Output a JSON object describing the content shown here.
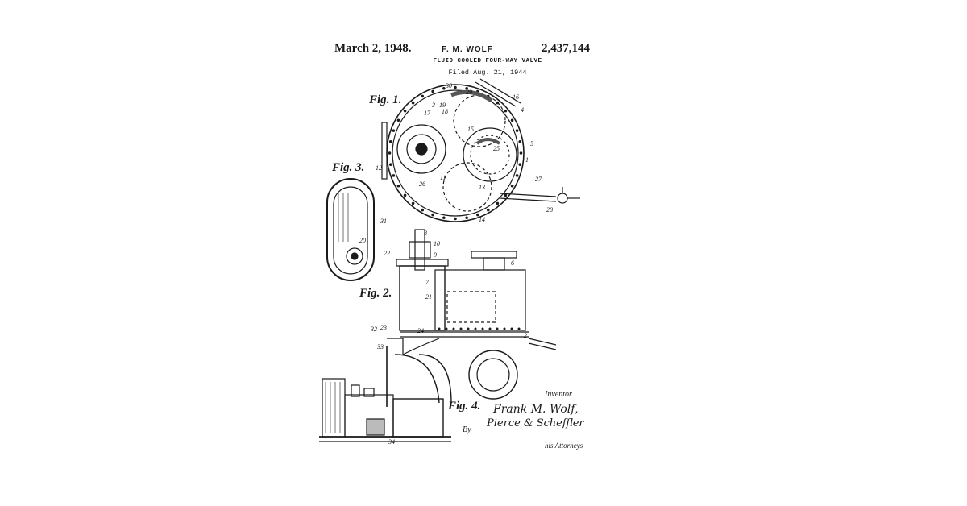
{
  "header": {
    "date": "March 2, 1948.",
    "inventor": "F. M. WOLF",
    "patent_number": "2,437,144",
    "title": "FLUID COOLED FOUR-WAY VALVE",
    "filed": "Filed Aug. 21, 1944"
  },
  "figures": {
    "fig1": "Fig. 1.",
    "fig2": "Fig. 2.",
    "fig3": "Fig. 3.",
    "fig4": "Fig. 4."
  },
  "footer": {
    "inventor_label": "Inventor",
    "signature": "Frank M. Wolf,",
    "by_label": "By",
    "attorney_firm": "Pierce & Scheffler",
    "attorneys_label": "his Attorneys"
  },
  "ref_numerals": [
    "30",
    "29",
    "3",
    "19",
    "18",
    "17",
    "15",
    "16",
    "4",
    "25",
    "5",
    "1",
    "27",
    "28",
    "14",
    "26",
    "13",
    "11",
    "12",
    "20",
    "22",
    "31",
    "8",
    "10",
    "9",
    "6",
    "7",
    "21",
    "23",
    "24",
    "32",
    "33",
    "2",
    "34"
  ]
}
